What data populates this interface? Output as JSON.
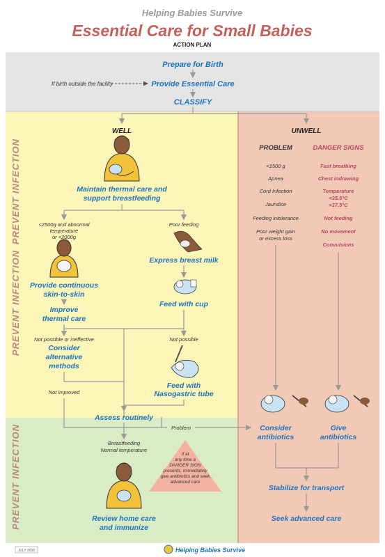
{
  "header": {
    "kicker": "Helping Babies Survive",
    "title": "Essential Care for Small Babies",
    "subtitle": "ACTION PLAN"
  },
  "side_label": "PREVENT INFECTION",
  "top_flow": {
    "prepare": "Prepare for Birth",
    "outside_note": "If birth outside the facility",
    "provide": "Provide Essential Care",
    "classify": "CLASSIFY"
  },
  "well": {
    "heading": "WELL",
    "maintain_1": "Maintain thermal care and",
    "maintain_2": "support breastfeeding",
    "lowweight_1": "<2500g and abnormal",
    "lowweight_2": "temperature",
    "lowweight_3": "or <2000g",
    "poor_feeding": "Poor feeding",
    "skin_1": "Provide continuous",
    "skin_2": "skin-to-skin",
    "improve_1": "Improve",
    "improve_2": "thermal care",
    "express": "Express breast milk",
    "cup": "Feed with cup",
    "not_possible_ineffective": "Not possible or ineffective",
    "not_possible": "Not possible",
    "consider_1": "Consider",
    "consider_2": "alternative",
    "consider_3": "methods",
    "tube_1": "Feed with",
    "tube_2": "Nasogastric tube",
    "not_improved": "Not improved",
    "assess": "Assess routinely",
    "problem": "Problem",
    "bf_1": "Breastfeeding",
    "bf_2": "Normal temperature",
    "review_1": "Review home care",
    "review_2": "and immunize"
  },
  "warning": {
    "line1": "If at",
    "line2": "any time a",
    "line3": "DANGER SIGN",
    "line4": "presents, immediately",
    "line5": "give antibiotics and seek",
    "line6": "advanced care"
  },
  "unwell": {
    "heading": "UNWELL",
    "problem_heading": "PROBLEM",
    "danger_heading": "DANGER SIGNS",
    "problems": [
      "<1500 g",
      "Apnea",
      "Cord Infection",
      "Jaundice",
      "Feeding intolerance",
      "Poor weight gain",
      "or excess loss"
    ],
    "danger": [
      "Fast breathing",
      "Chest indrawing",
      "Temperature",
      "<35.5°C",
      ">37.5°C",
      "Not feeding",
      "No movement",
      "Convulsions"
    ],
    "consider_1": "Consider",
    "consider_2": "antibiotics",
    "give_1": "Give",
    "give_2": "antibiotics",
    "stabilize": "Stabilize for transport",
    "seek": "Seek advanced care"
  },
  "footer": {
    "date": "JULY 2016",
    "brand": "Helping Babies Survive"
  }
}
